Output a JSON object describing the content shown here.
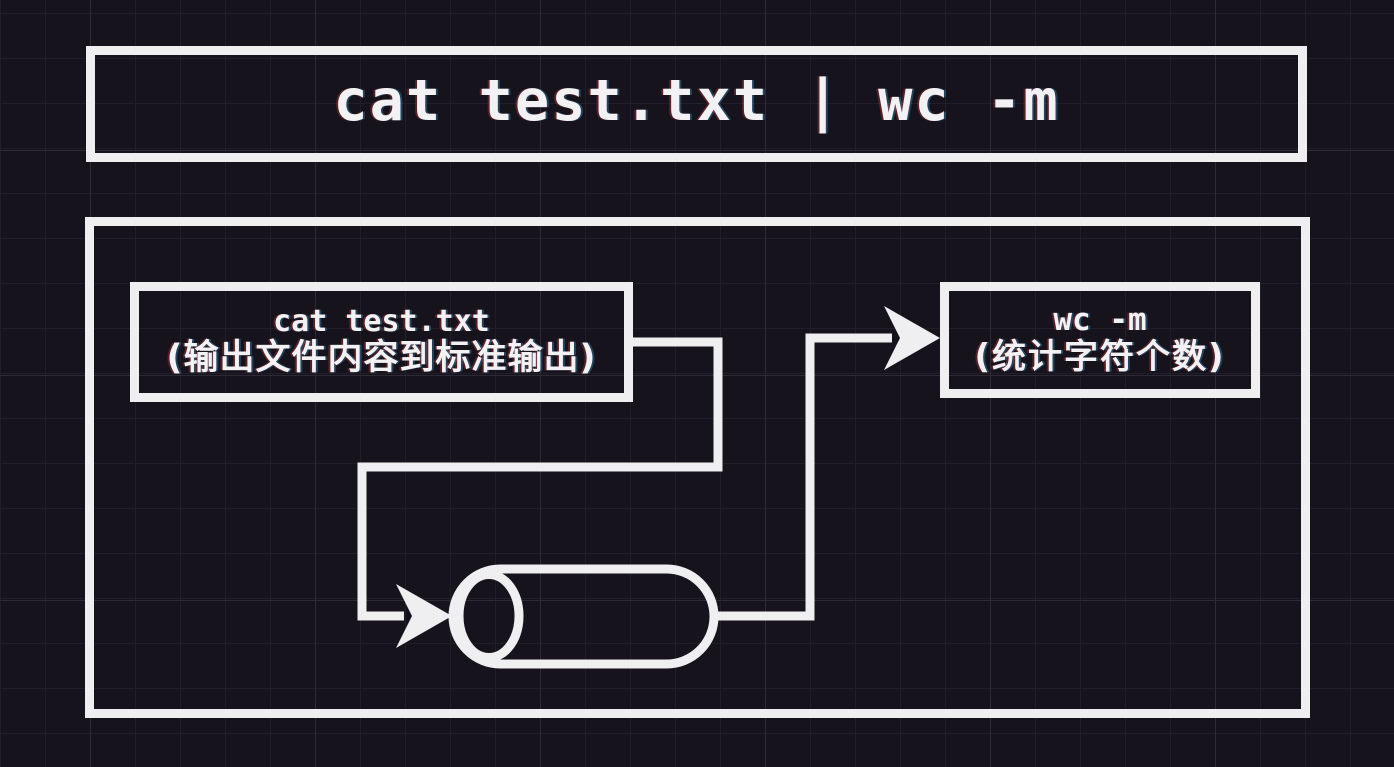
{
  "colors": {
    "background": "#16131c",
    "grid_minor": "#211e29",
    "grid_major": "#2d2a36",
    "stroke": "#efeef1",
    "text": "#f2f1f4"
  },
  "title_bar": {
    "label": "cat test.txt | wc -m"
  },
  "pipeline": {
    "producer": {
      "command": "cat test.txt",
      "description": "(输出文件内容到标准输出)"
    },
    "consumer": {
      "command": "wc -m",
      "description": "(统计字符个数)"
    },
    "pipe_icon": "cylinder"
  }
}
